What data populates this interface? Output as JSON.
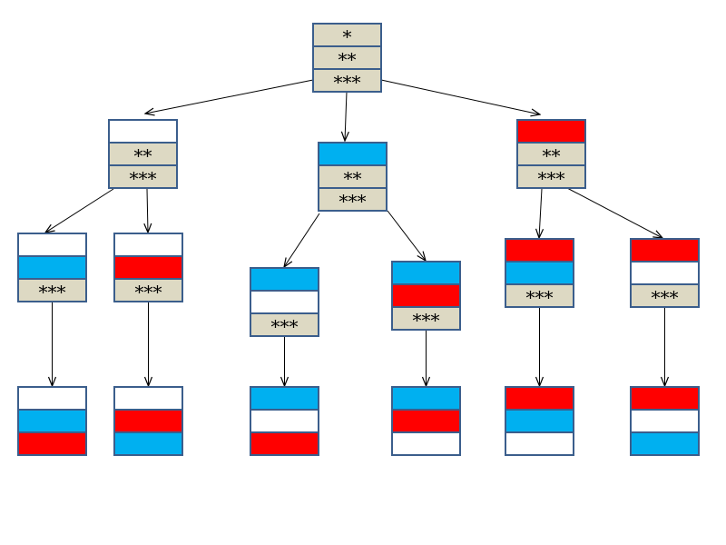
{
  "palette": {
    "beige": "#DDD9C3",
    "blue": "#00B0F0",
    "red": "#FF0000",
    "white": "#FFFFFF",
    "border": "#3B5E8C",
    "edge": "#000000"
  },
  "nodes": [
    {
      "id": "root",
      "cells": [
        {
          "fill": "beige",
          "text": "*"
        },
        {
          "fill": "beige",
          "text": "**"
        },
        {
          "fill": "beige",
          "text": "***"
        }
      ]
    },
    {
      "id": "a",
      "cells": [
        {
          "fill": "white"
        },
        {
          "fill": "beige",
          "text": "**"
        },
        {
          "fill": "beige",
          "text": "***"
        }
      ]
    },
    {
      "id": "b",
      "cells": [
        {
          "fill": "blue"
        },
        {
          "fill": "beige",
          "text": "**"
        },
        {
          "fill": "beige",
          "text": "***"
        }
      ]
    },
    {
      "id": "c",
      "cells": [
        {
          "fill": "red"
        },
        {
          "fill": "beige",
          "text": "**"
        },
        {
          "fill": "beige",
          "text": "***"
        }
      ]
    },
    {
      "id": "aa",
      "cells": [
        {
          "fill": "white"
        },
        {
          "fill": "blue"
        },
        {
          "fill": "beige",
          "text": "***"
        }
      ]
    },
    {
      "id": "ab",
      "cells": [
        {
          "fill": "white"
        },
        {
          "fill": "red"
        },
        {
          "fill": "beige",
          "text": "***"
        }
      ]
    },
    {
      "id": "ba",
      "cells": [
        {
          "fill": "blue"
        },
        {
          "fill": "white"
        },
        {
          "fill": "beige",
          "text": "***"
        }
      ]
    },
    {
      "id": "bb",
      "cells": [
        {
          "fill": "blue"
        },
        {
          "fill": "red"
        },
        {
          "fill": "beige",
          "text": "***"
        }
      ]
    },
    {
      "id": "ca",
      "cells": [
        {
          "fill": "red"
        },
        {
          "fill": "blue"
        },
        {
          "fill": "beige",
          "text": "***"
        }
      ]
    },
    {
      "id": "cb",
      "cells": [
        {
          "fill": "red"
        },
        {
          "fill": "white"
        },
        {
          "fill": "beige",
          "text": "***"
        }
      ]
    },
    {
      "id": "aaa",
      "cells": [
        {
          "fill": "white"
        },
        {
          "fill": "blue"
        },
        {
          "fill": "red"
        }
      ]
    },
    {
      "id": "aba",
      "cells": [
        {
          "fill": "white"
        },
        {
          "fill": "red"
        },
        {
          "fill": "blue"
        }
      ]
    },
    {
      "id": "baa",
      "cells": [
        {
          "fill": "blue"
        },
        {
          "fill": "white"
        },
        {
          "fill": "red"
        }
      ]
    },
    {
      "id": "bba",
      "cells": [
        {
          "fill": "blue"
        },
        {
          "fill": "red"
        },
        {
          "fill": "white"
        }
      ]
    },
    {
      "id": "caa",
      "cells": [
        {
          "fill": "red"
        },
        {
          "fill": "blue"
        },
        {
          "fill": "white"
        }
      ]
    },
    {
      "id": "cba",
      "cells": [
        {
          "fill": "red"
        },
        {
          "fill": "white"
        },
        {
          "fill": "blue"
        }
      ]
    }
  ],
  "edges": [
    {
      "from": "root",
      "to": "a"
    },
    {
      "from": "root",
      "to": "b"
    },
    {
      "from": "root",
      "to": "c"
    },
    {
      "from": "a",
      "to": "aa"
    },
    {
      "from": "a",
      "to": "ab"
    },
    {
      "from": "b",
      "to": "ba"
    },
    {
      "from": "b",
      "to": "bb"
    },
    {
      "from": "c",
      "to": "ca"
    },
    {
      "from": "c",
      "to": "cb"
    },
    {
      "from": "aa",
      "to": "aaa"
    },
    {
      "from": "ab",
      "to": "aba"
    },
    {
      "from": "ba",
      "to": "baa"
    },
    {
      "from": "bb",
      "to": "bba"
    },
    {
      "from": "ca",
      "to": "caa"
    },
    {
      "from": "cb",
      "to": "cba"
    }
  ]
}
